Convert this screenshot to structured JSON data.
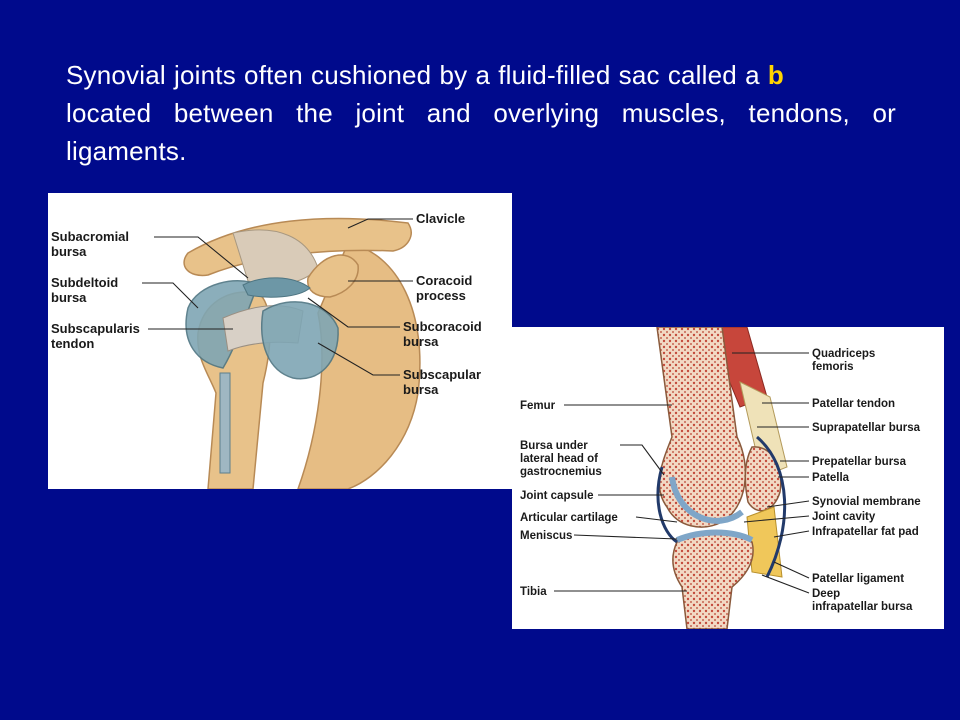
{
  "slide": {
    "text_part1": "Synovial joints often cushioned by a fluid-filled sac called a",
    "blank_letter": "b",
    "text_part2": "located between the joint and overlying muscles, tendons, or ligaments."
  },
  "shoulder_figure": {
    "labels": {
      "subacromial_1": "Subacromial",
      "subacromial_2": "bursa",
      "subdeltoid_1": "Subdeltoid",
      "subdeltoid_2": "bursa",
      "subscapularis_1": "Subscapularis",
      "subscapularis_2": "tendon",
      "clavicle": "Clavicle",
      "coracoid_1": "Coracoid",
      "coracoid_2": "process",
      "subcoracoid_1": "Subcoracoid",
      "subcoracoid_2": "bursa",
      "subscapular_1": "Subscapular",
      "subscapular_2": "bursa"
    }
  },
  "knee_figure": {
    "labels": {
      "femur": "Femur",
      "bursa_under_1": "Bursa under",
      "bursa_under_2": "lateral head of",
      "bursa_under_3": "gastrocnemius",
      "joint_capsule": "Joint capsule",
      "articular_cartilage": "Articular cartilage",
      "meniscus": "Meniscus",
      "tibia": "Tibia",
      "quadriceps_1": "Quadriceps",
      "quadriceps_2": "femoris",
      "patellar_tendon": "Patellar tendon",
      "suprapatellar_bursa": "Suprapatellar bursa",
      "prepatellar_bursa": "Prepatellar bursa",
      "patella": "Patella",
      "synovial_membrane": "Synovial membrane",
      "joint_cavity": "Joint cavity",
      "infrapatellar_fat_pad": "Infrapatellar fat pad",
      "patellar_ligament": "Patellar ligament",
      "deep_infrapatellar_1": "Deep",
      "deep_infrapatellar_2": "infrapatellar bursa"
    }
  },
  "colors": {
    "background": "#000a8c",
    "text": "#ffffff",
    "highlight": "#ffd400",
    "bone": "#e8c28a",
    "bursa": "#7fa6b4",
    "marrow": "#c44b3c"
  }
}
